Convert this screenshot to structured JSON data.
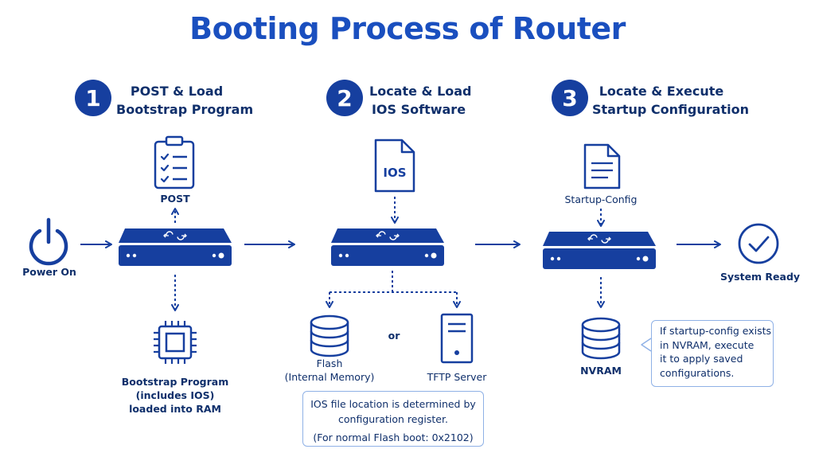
{
  "title": "Booting Process of Router",
  "colors": {
    "primary": "#163f9f",
    "title": "#1a4fbf",
    "text": "#0f2f6b",
    "note_border": "#8fb1e6"
  },
  "steps": [
    {
      "number": "1",
      "title_line1": "POST & Load",
      "title_line2": "Bootstrap Program"
    },
    {
      "number": "2",
      "title_line1": "Locate & Load",
      "title_line2": "IOS Software"
    },
    {
      "number": "3",
      "title_line1": "Locate & Execute",
      "title_line2": "Startup Configuration"
    }
  ],
  "nodes": {
    "power_on": "Power On",
    "post": "POST",
    "bootstrap_line1": "Bootstrap Program",
    "bootstrap_line2": "(includes IOS)",
    "bootstrap_line3": "loaded into RAM",
    "ios_file": "IOS",
    "flash_line1": "Flash",
    "flash_line2": "(Internal Memory)",
    "or": "or",
    "tftp": "TFTP Server",
    "startup_config": "Startup-Config",
    "nvram": "NVRAM",
    "system_ready": "System Ready"
  },
  "notes": {
    "ios_location_line1": "IOS file location is determined by",
    "ios_location_line2": "configuration register.",
    "ios_location_line3": "(For normal Flash boot: 0x2102)",
    "nvram_line1": "If startup-config exists",
    "nvram_line2": "in NVRAM, execute",
    "nvram_line3": "it to apply saved",
    "nvram_line4": "configurations."
  },
  "icons": [
    "power-icon",
    "clipboard-checklist-icon",
    "router-icon",
    "chip-icon",
    "ios-file-icon",
    "database-icon",
    "server-icon",
    "document-icon",
    "check-circle-icon"
  ]
}
